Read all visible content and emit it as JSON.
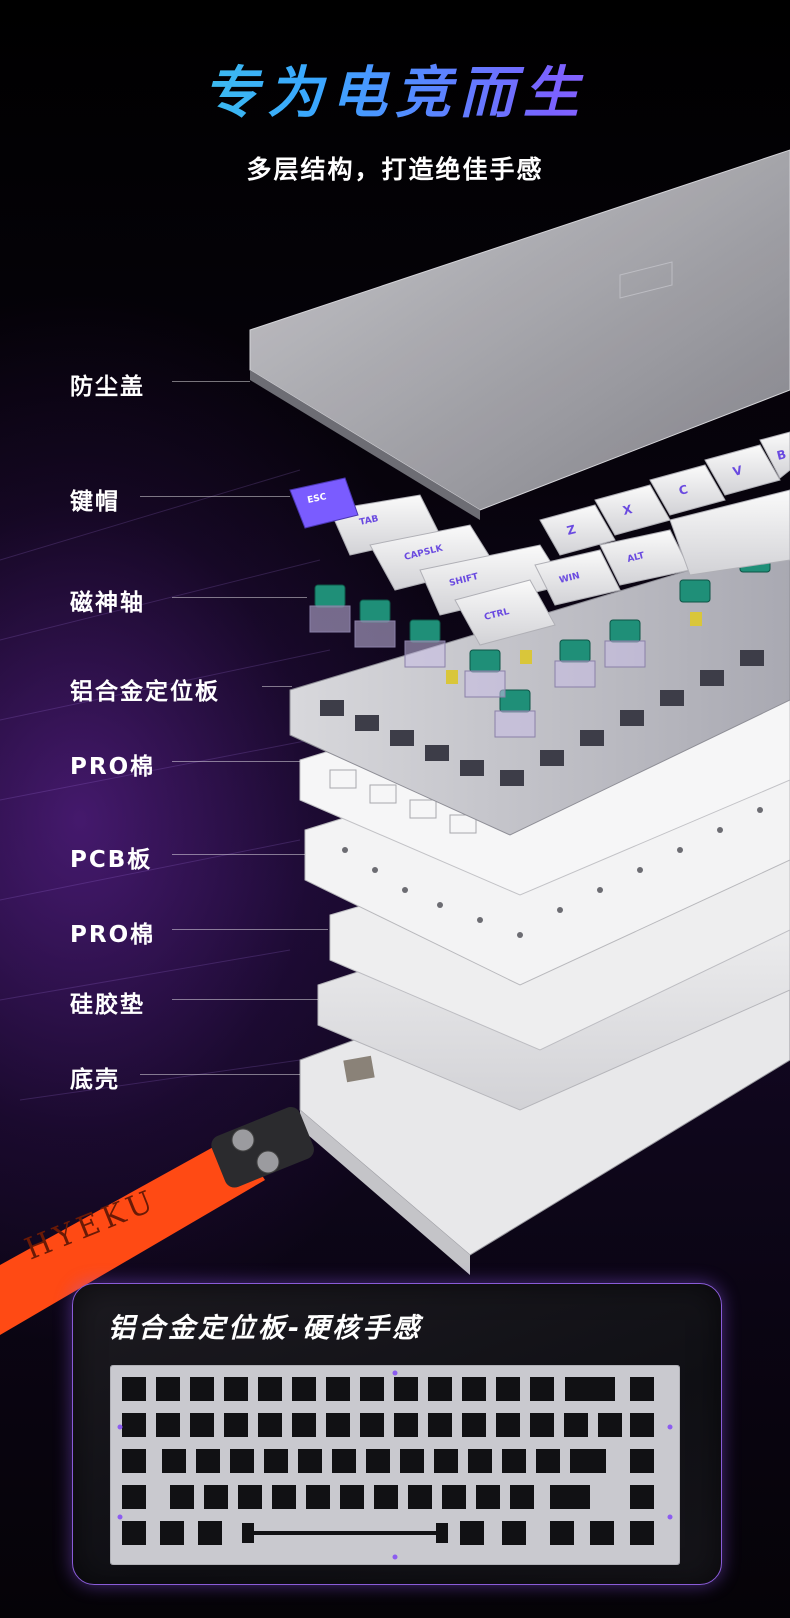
{
  "header": {
    "title": "专为电竞而生",
    "subtitle": "多层结构，打造绝佳手感"
  },
  "layers": [
    {
      "label": "防尘盖"
    },
    {
      "label": "键帽"
    },
    {
      "label": "磁神轴"
    },
    {
      "label": "铝合金定位板"
    },
    {
      "label": "PRO棉"
    },
    {
      "label": "PCB板"
    },
    {
      "label": "PRO棉"
    },
    {
      "label": "硅胶垫"
    },
    {
      "label": "底壳"
    }
  ],
  "keycaps": [
    "ESC",
    "TAB",
    "CAPSLK",
    "SHIFT",
    "CTRL",
    "WIN",
    "ALT",
    "Z",
    "X",
    "C",
    "V",
    "B"
  ],
  "strap": {
    "brand": "HYEKU"
  },
  "plate_panel": {
    "title": "铝合金定位板-硬核手感"
  },
  "colors": {
    "accent_purple": "#7a5cff",
    "title_gradient_start": "#3fe0d0",
    "title_gradient_end": "#c05cff",
    "strap_orange": "#ff4a14",
    "switch_green": "#1f8f78",
    "plate_silver": "#c9c9cf"
  }
}
